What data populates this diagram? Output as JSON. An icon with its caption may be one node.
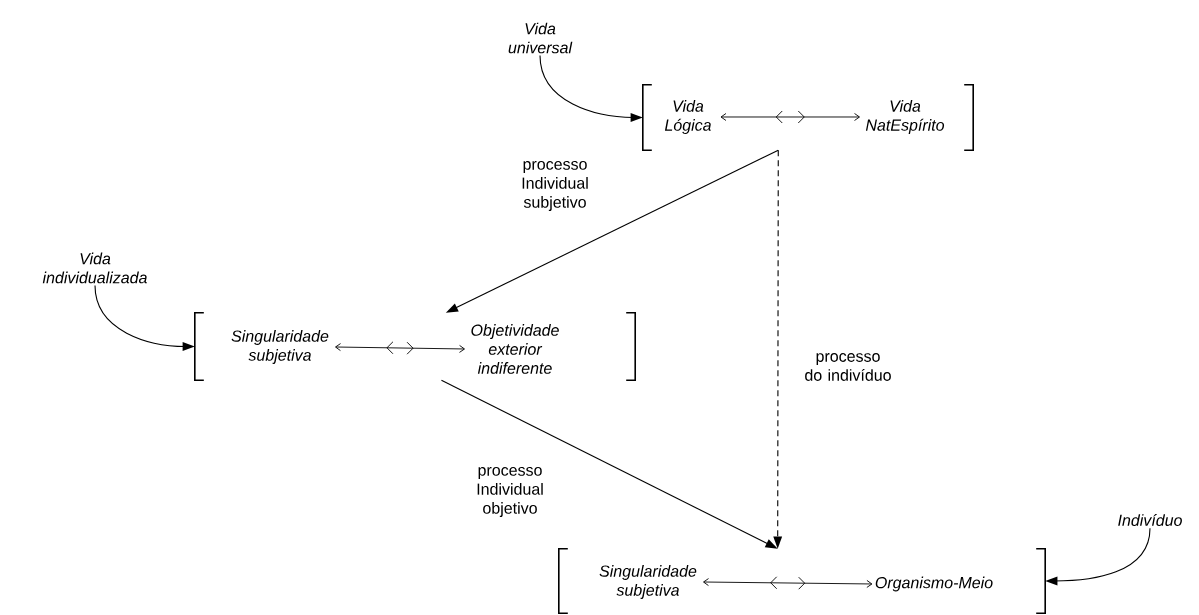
{
  "diagram": {
    "nodes": [
      {
        "text": [
          "Vida universal"
        ]
      },
      {
        "text": [],
        "shape": "bracket"
      },
      {
        "text": [
          "Vida Lógica"
        ],
        "in": 1
      },
      {
        "text": [
          "Vida NatEspírito"
        ],
        "in": 1
      },
      {
        "text": [
          "Vida individualizada"
        ]
      },
      {
        "text": [],
        "shape": "bracket"
      },
      {
        "text": [
          "Singularidade subjetiva"
        ],
        "in": 5
      },
      {
        "text": [
          "Objetividade exterior indiferente"
        ],
        "in": 5
      },
      {
        "text": [],
        "shape": "bracket"
      },
      {
        "text": [
          "Singularidade subjetiva"
        ],
        "in": 8
      },
      {
        "text": [
          "Organismo-Meio"
        ],
        "in": 8
      },
      {
        "text": [
          "Indivíduo"
        ]
      }
    ],
    "edges": [
      {
        "from": 0,
        "to": 1,
        "arrow": "to"
      },
      {
        "from": 2,
        "to": 3,
        "arrow": "both"
      },
      {
        "from": 1,
        "to": 5,
        "arrow": "to",
        "label": "processo Individual subjetivo"
      },
      {
        "from": 1,
        "to": 8,
        "arrow": "to",
        "style": "dashed",
        "label": "processo do indivíduo"
      },
      {
        "from": 4,
        "to": 5,
        "arrow": "to"
      },
      {
        "from": 6,
        "to": 7,
        "arrow": "both"
      },
      {
        "from": 5,
        "to": 8,
        "arrow": "to",
        "label": "processo Individual objetivo"
      },
      {
        "from": 9,
        "to": 10,
        "arrow": "both"
      },
      {
        "from": 11,
        "to": 8,
        "arrow": "to"
      }
    ]
  }
}
